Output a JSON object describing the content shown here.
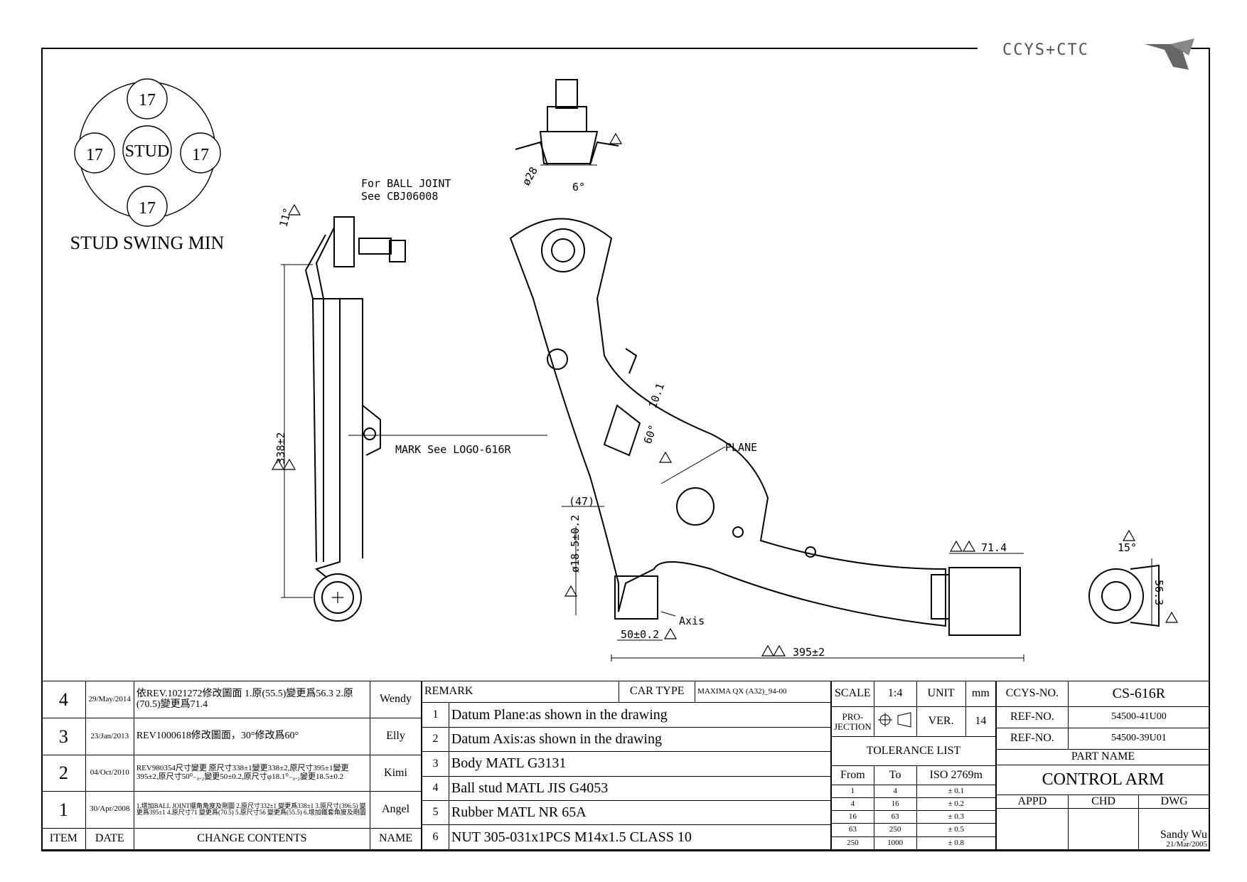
{
  "brand": {
    "logo_text": "CCYS+CTC"
  },
  "stud_swing": {
    "title": "STUD SWING MIN",
    "center": "STUD",
    "angles": [
      "17",
      "17",
      "17",
      "17"
    ]
  },
  "labels": {
    "ball_joint_note_1": "For BALL JOINT",
    "ball_joint_note_2": "See CBJ06008",
    "mark_note": "MARK See LOGO-616R",
    "plane": "PLANE",
    "axis": "Axis",
    "dim_338": "338±2",
    "dim_395": "395±2",
    "dim_47": "(47)",
    "dim_18_5": "ø18.5±0.2",
    "dim_50": "50±0.2",
    "dim_71_4": "71.4",
    "dim_56_3": "56.3",
    "dim_10_1": "10.1",
    "dim_28": "ø28",
    "angle_6": "6°",
    "angle_11": "11°",
    "angle_60": "60°",
    "angle_15": "15°"
  },
  "revisions": {
    "header": {
      "item": "ITEM",
      "date": "DATE",
      "contents": "CHANGE CONTENTS",
      "name": "NAME"
    },
    "rows": [
      {
        "item": "4",
        "date": "29/May/2014",
        "contents": "依REV.1021272修改圖面 1.原(55.5)變更爲56.3 2.原(70.5)變更爲71.4",
        "name": "Wendy"
      },
      {
        "item": "3",
        "date": "23/Jan/2013",
        "contents": "REV1000618修改圖面，30°修改爲60°",
        "name": "Elly"
      },
      {
        "item": "2",
        "date": "04/Oct/2010",
        "contents": "REV980354尺寸變更 原尺寸338±1變更338±2,原尺寸395±1變更395±2,原尺寸50⁰₋₀.₂變更50±0.2,原尺寸φ18.1⁰₋₀.₂變更18.5±0.2",
        "name": "Kimi"
      },
      {
        "item": "1",
        "date": "30/Apr/2008",
        "contents": "1.增加BALL JOINT擺角角度及剛圖 2.原尺寸332±1 變更爲338±1 3.原尺寸(396.5) 變更爲395±1 4.原尺寸71 變更爲(70.5) 5.原尺寸56 變更爲(55.5) 6.增加鐵套角度及剛圖",
        "name": "Angel"
      }
    ]
  },
  "remarks": {
    "title": "REMARK",
    "items": [
      {
        "no": "1",
        "text": "Datum Plane:as shown in the drawing"
      },
      {
        "no": "2",
        "text": "Datum Axis:as shown in the drawing"
      },
      {
        "no": "3",
        "text": "Body MATL G3131"
      },
      {
        "no": "4",
        "text": "Ball stud MATL JIS G4053"
      },
      {
        "no": "5",
        "text": "Rubber MATL NR 65A"
      },
      {
        "no": "6",
        "text": "NUT 305-031x1PCS M14x1.5 CLASS 10"
      }
    ]
  },
  "car_type": {
    "label": "CAR TYPE",
    "value": "MAXIMA QX (A32)_94-00"
  },
  "scale": {
    "label": "SCALE",
    "value": "1:4"
  },
  "unit": {
    "label": "UNIT",
    "value": "mm"
  },
  "projection": {
    "label": "PRO-JECTION"
  },
  "version": {
    "label": "VER.",
    "value": "14"
  },
  "tolerance": {
    "title": "TOLERANCE LIST",
    "header": [
      "From",
      "To",
      "ISO 2769m"
    ],
    "rows": [
      [
        "1",
        "4",
        "± 0.1"
      ],
      [
        "4",
        "16",
        "± 0.2"
      ],
      [
        "16",
        "63",
        "± 0.3"
      ],
      [
        "63",
        "250",
        "± 0.5"
      ],
      [
        "250",
        "1000",
        "± 0.8"
      ]
    ]
  },
  "part": {
    "ccys_no_label": "CCYS-NO.",
    "ccys_no": "CS-616R",
    "ref_label": "REF-NO.",
    "ref_1": "54500-41U00",
    "ref_2": "54500-39U01",
    "name_label": "PART NAME",
    "name": "CONTROL ARM",
    "appd": "APPD",
    "chd": "CHD",
    "dwg": "DWG",
    "drawn_by": "Sandy Wu",
    "drawn_date": "21/Mar/2005"
  }
}
